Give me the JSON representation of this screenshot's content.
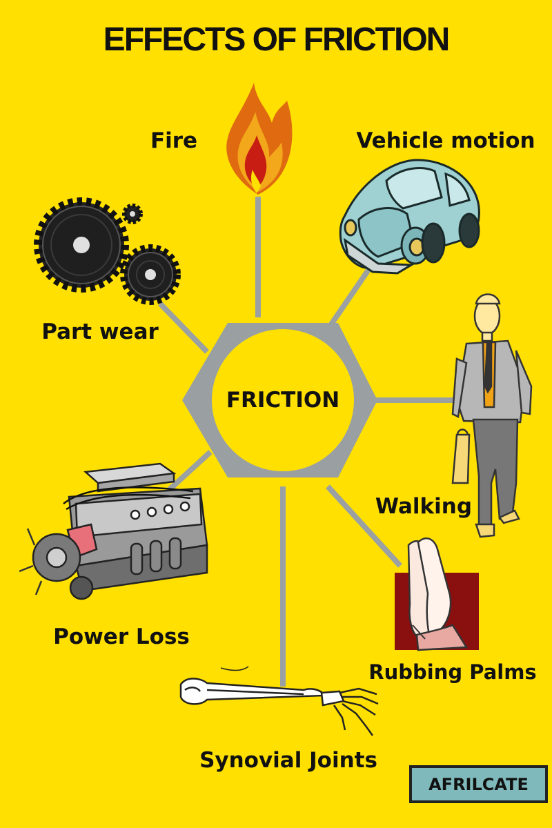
{
  "title": "EFFECTS OF FRICTION",
  "center": "FRICTION",
  "effects": {
    "fire": "Fire",
    "vehicle": "Vehicle motion",
    "part_wear": "Part wear",
    "walking": "Walking",
    "power_loss": "Power Loss",
    "rubbing_palms": "Rubbing Palms",
    "synovial": "Synovial Joints"
  },
  "brand": "AFRILCATE",
  "colors": {
    "background": "#ffe000",
    "connector": "#9ba1a3",
    "hexagon": "#9aa0a2",
    "brand_box": "#7fb9bb"
  }
}
